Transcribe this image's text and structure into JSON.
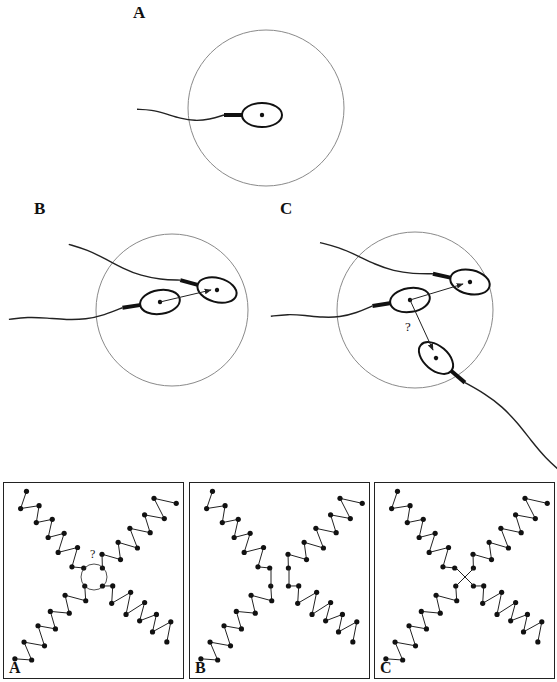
{
  "diagram": {
    "labels": [
      "A",
      "B",
      "C",
      "?",
      "A",
      "?",
      "B",
      "C"
    ]
  }
}
